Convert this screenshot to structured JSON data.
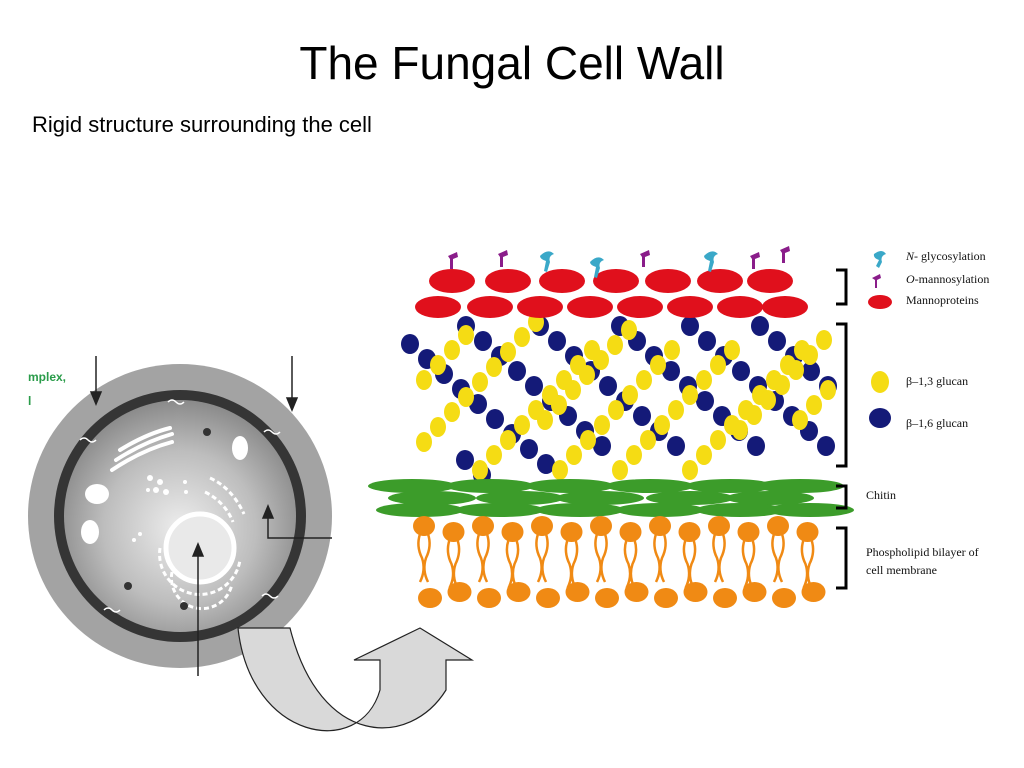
{
  "slide": {
    "title": "The Fungal Cell Wall",
    "subtitle": "Rigid structure surrounding the cell"
  },
  "cell_image": {
    "cropped_label_fragments": [
      "mplex,",
      "l"
    ]
  },
  "legend": {
    "n_glycosylation_prefix": "N-",
    "n_glycosylation_rest": " glycosylation",
    "o_mannosylation_prefix": "O",
    "o_mannosylation_rest": "-mannosylation",
    "mannoproteins": "Mannoproteins",
    "beta13_glucan": "β–1,3 glucan",
    "beta16_glucan": "β–1,6 glucan",
    "chitin": "Chitin",
    "phospholipid_line1": "Phospholipid bilayer of",
    "phospholipid_line2": "cell membrane"
  },
  "colors": {
    "mannoprotein": "#e0101c",
    "n_glycan": "#3aa8c8",
    "o_mannose": "#8a1d8a",
    "beta13": "#f5dc14",
    "beta16": "#141a78",
    "chitin": "#3c9c2a",
    "phospholipid": "#f08a14",
    "cell_outer": "#a0a0a0",
    "cell_band": "#333333"
  }
}
